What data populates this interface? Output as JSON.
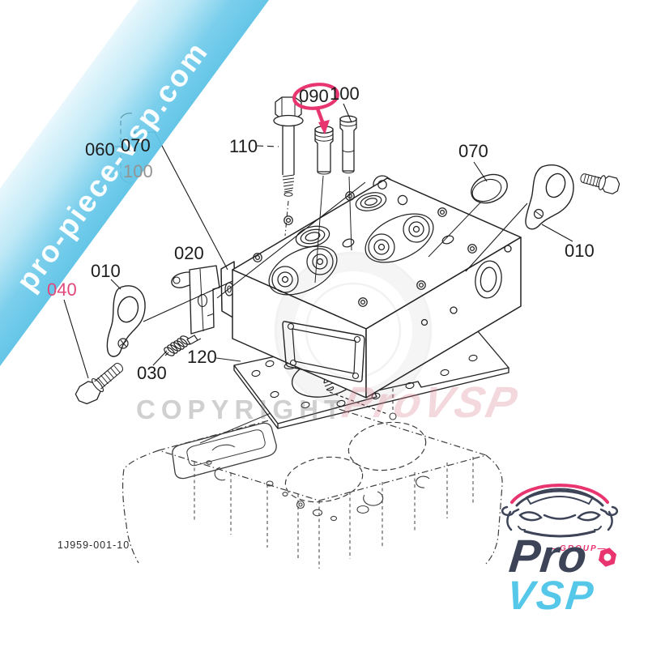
{
  "banner": {
    "text": "pro-piece-vsp.com"
  },
  "watermarks": {
    "copyright": "COPYRIGHT",
    "brand": "ProVSP"
  },
  "part_labels": {
    "group_060": "060",
    "group_070": "070",
    "group_100": "100",
    "bolt_110": "110",
    "valve_guide_090": "090",
    "valve_guide_100": "100",
    "plug_070": "070",
    "hanger_right_010": "010",
    "bracket_020": "020",
    "hanger_left_010": "010",
    "bolt_040": "040",
    "spring_030": "030",
    "gasket_120": "120"
  },
  "footer": {
    "drawing_number": "1J959-001-10"
  },
  "logo": {
    "group_label": "—GROUP—",
    "name_line1": "Pro",
    "name_line2": "VSP"
  },
  "colors": {
    "banner_blue": "#6ac6e7",
    "highlight_pink": "#e8356f",
    "label_pink": "#e0487c",
    "logo_navy": "#3e4458",
    "logo_cyan": "#55c8e9"
  }
}
